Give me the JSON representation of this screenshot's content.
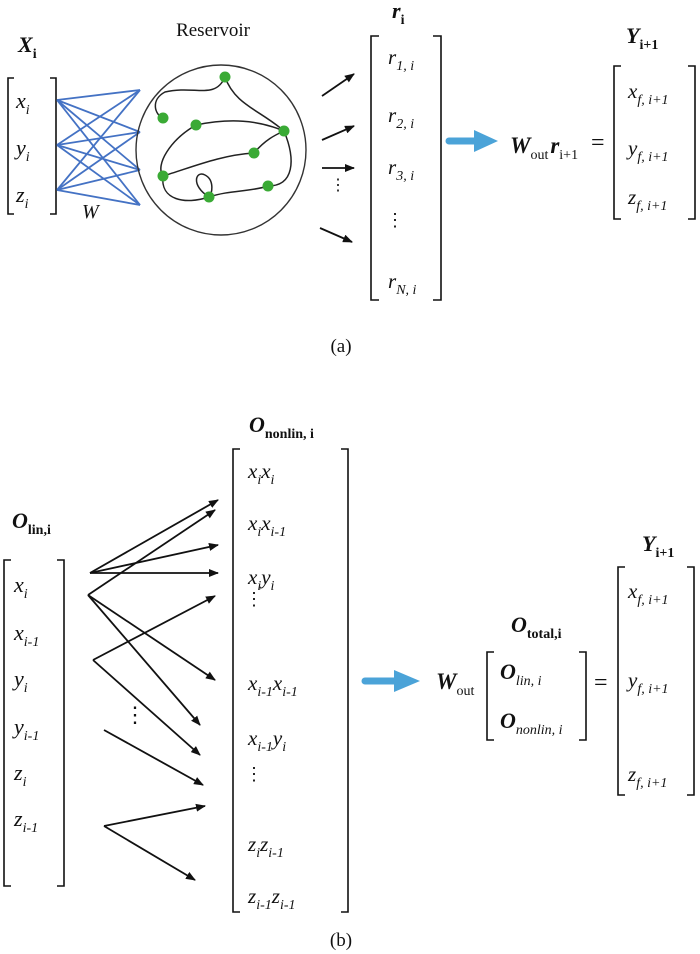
{
  "colors": {
    "ink": "#111111",
    "network_blue": "#4472c4",
    "node_green": "#3aaa35",
    "flow_arrow": "#4ba3d8",
    "circle_stroke": "#333333"
  },
  "panel_a": {
    "caption": "(a)",
    "input_label_main": "X",
    "input_label_sub": "i",
    "inputs": [
      {
        "main": "x",
        "sub": "i"
      },
      {
        "main": "y",
        "sub": "i"
      },
      {
        "main": "z",
        "sub": "i"
      }
    ],
    "weight_label": "W",
    "reservoir_label": "Reservoir",
    "state_label_main": "r",
    "state_label_sub": "i",
    "states": [
      {
        "main": "r",
        "sub": "1, i"
      },
      {
        "main": "r",
        "sub": "2, i"
      },
      {
        "main": "r",
        "sub": "3, i"
      },
      {
        "main": "r",
        "sub": "N, i"
      }
    ],
    "readout_W": "W",
    "readout_W_sub": "out",
    "readout_r": "r",
    "readout_r_sub": "i+1",
    "equals": "=",
    "output_label_main": "Y",
    "output_label_sub": "i+1",
    "outputs": [
      {
        "main": "x",
        "sub": "f, i+1"
      },
      {
        "main": "y",
        "sub": "f, i+1"
      },
      {
        "main": "z",
        "sub": "f, i+1"
      }
    ]
  },
  "panel_b": {
    "caption": "(b)",
    "lin_label_main": "O",
    "lin_label_sub": "lin,i",
    "lin_terms": [
      {
        "main": "x",
        "sub": "i"
      },
      {
        "main": "x",
        "sub": "i-1"
      },
      {
        "main": "y",
        "sub": "i"
      },
      {
        "main": "y",
        "sub": "i-1"
      },
      {
        "main": "z",
        "sub": "i"
      },
      {
        "main": "z",
        "sub": "i-1"
      }
    ],
    "nonlin_label_main": "O",
    "nonlin_label_sub": "nonlin, i",
    "nonlin_terms": [
      {
        "a": "x",
        "as": "i",
        "b": "x",
        "bs": "i"
      },
      {
        "a": "x",
        "as": "i",
        "b": "x",
        "bs": "i-1"
      },
      {
        "a": "x",
        "as": "i",
        "b": "y",
        "bs": "i"
      },
      {
        "a": "x",
        "as": "i-1",
        "b": "x",
        "bs": "i-1"
      },
      {
        "a": "x",
        "as": "i-1",
        "b": "y",
        "bs": "i"
      },
      {
        "a": "z",
        "as": "i",
        "b": "z",
        "bs": "i-1"
      },
      {
        "a": "z",
        "as": "i-1",
        "b": "z",
        "bs": "i-1"
      }
    ],
    "readout_W": "W",
    "readout_W_sub": "out",
    "total_label_main": "O",
    "total_label_sub": "total,i",
    "total_terms": [
      {
        "main": "O",
        "sub": "lin, i"
      },
      {
        "main": "O",
        "sub": "nonlin, i"
      }
    ],
    "equals": "=",
    "output_label_main": "Y",
    "output_label_sub": "i+1",
    "outputs": [
      {
        "main": "x",
        "sub": "f, i+1"
      },
      {
        "main": "y",
        "sub": "f, i+1"
      },
      {
        "main": "z",
        "sub": "f, i+1"
      }
    ]
  }
}
